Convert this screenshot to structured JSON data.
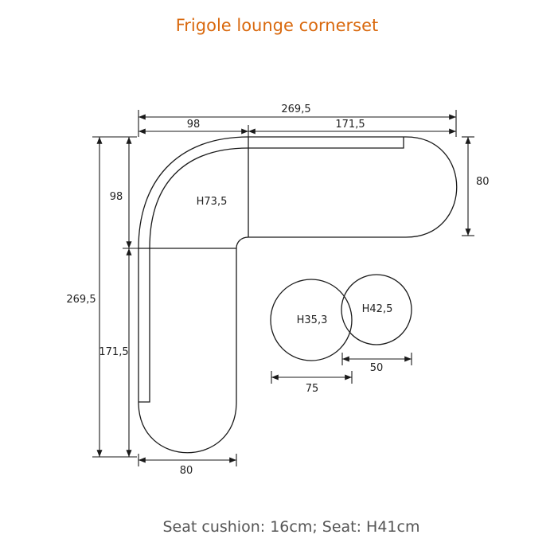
{
  "title": "Frigole lounge cornerset",
  "footer": "Seat cushion: 16cm; Seat: H41cm",
  "colors": {
    "title": "#d9690e",
    "lines": "#1a1a1a",
    "footer": "#555555"
  },
  "dimensions": {
    "total_width": "269,5",
    "corner_width": "98",
    "long_width": "171,5",
    "right_depth": "80",
    "total_height": "269,5",
    "corner_height": "98",
    "long_height": "171,5",
    "bottom_depth": "80",
    "corner_seat_height": "H73,5",
    "table_large_height": "H35,3",
    "table_small_height": "H42,5",
    "table_large_diameter": "75",
    "table_small_diameter": "50"
  }
}
